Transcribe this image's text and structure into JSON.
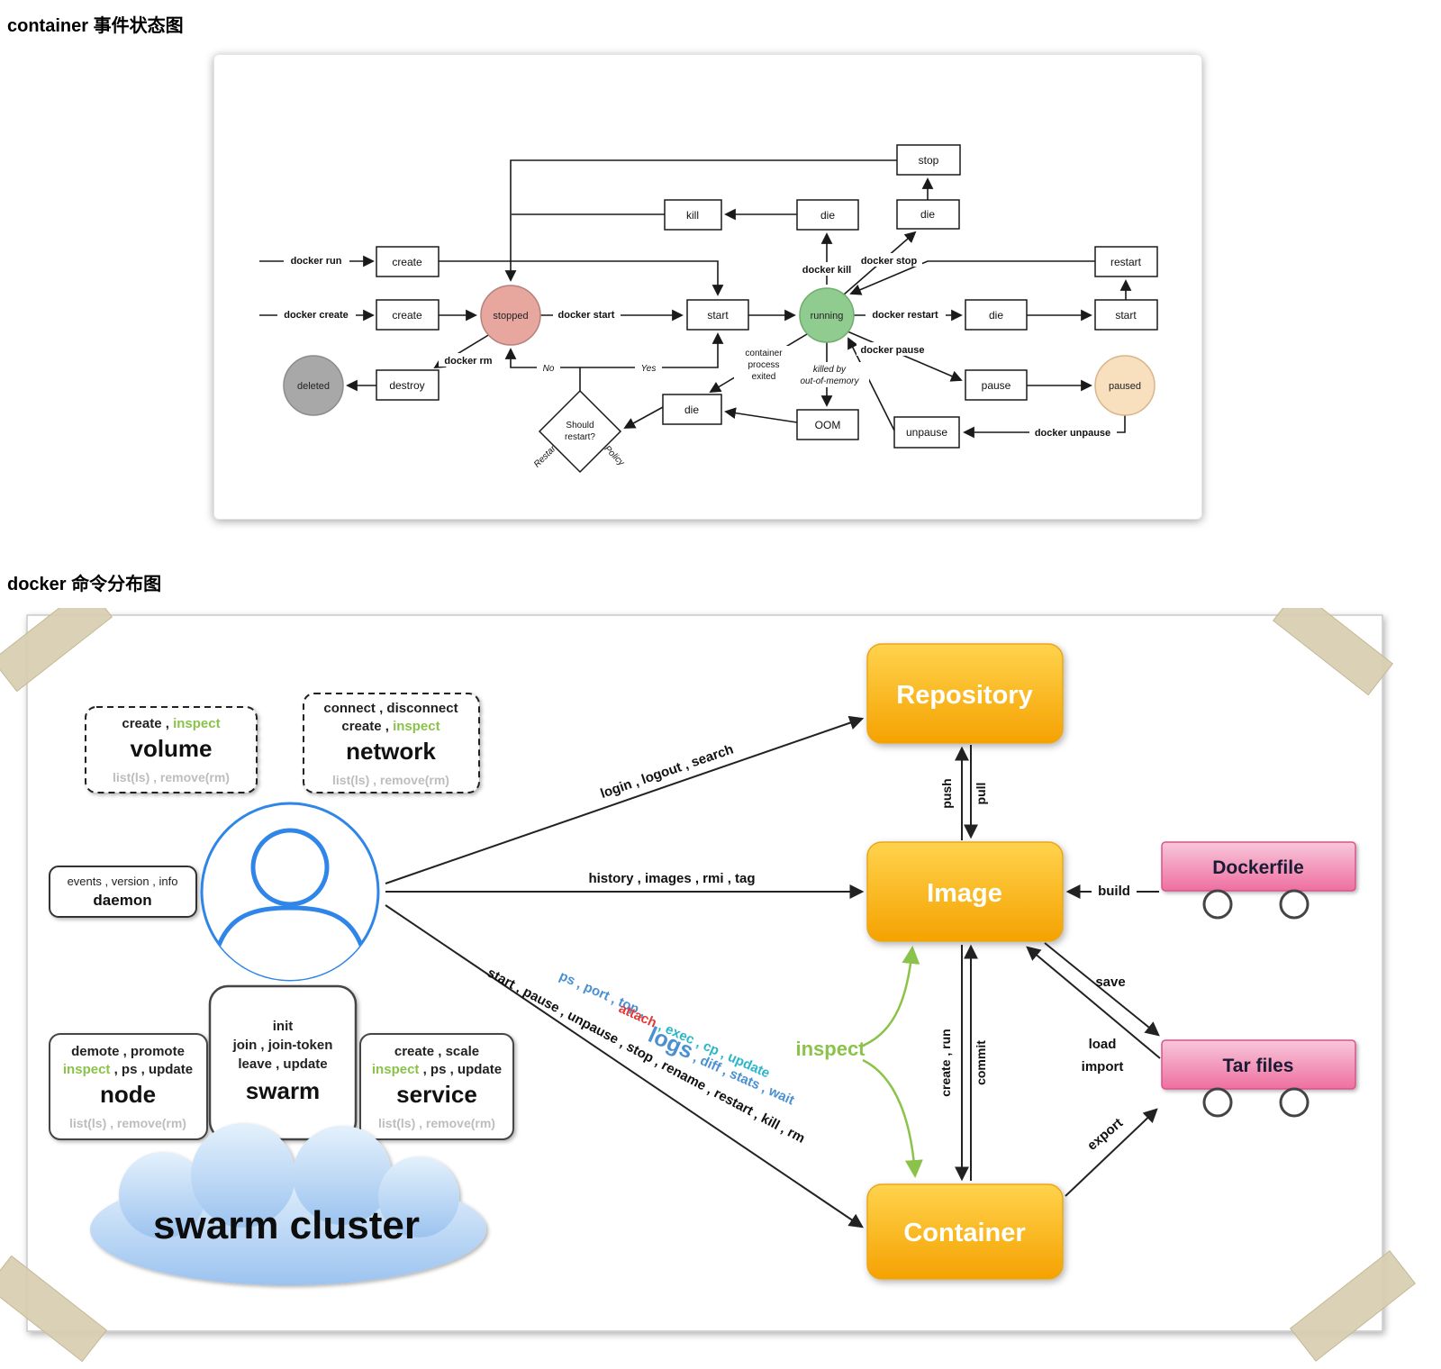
{
  "page": {
    "title_state": "container 事件状态图",
    "title_commands": "docker 命令分布图"
  },
  "colors": {
    "green": "#8bc34a",
    "blue": "#4a90d2",
    "red": "#e53935",
    "cyan": "#29b6c9",
    "gray_ops": "#bdbdbd",
    "state_stopped": "#e7a79f",
    "state_running": "#90cb90",
    "state_paused": "#f8dfbd",
    "state_deleted": "#a8a8a8"
  },
  "state_diagram": {
    "events": {
      "stop": "stop",
      "kill": "kill",
      "die": "die",
      "create": "create",
      "restart": "restart",
      "start": "start",
      "destroy": "destroy",
      "pause": "pause",
      "oom": "OOM",
      "unpause": "unpause"
    },
    "states": {
      "stopped": "stopped",
      "running": "running",
      "paused": "paused",
      "deleted": "deleted"
    },
    "decision": {
      "line1": "Should",
      "line2": "restart?"
    },
    "labels": {
      "docker_run": "docker run",
      "docker_create": "docker create",
      "docker_start": "docker start",
      "docker_kill": "docker kill",
      "docker_stop": "docker stop",
      "docker_restart": "docker restart",
      "docker_pause": "docker pause",
      "docker_unpause": "docker unpause",
      "docker_rm": "docker rm",
      "no": "No",
      "yes": "Yes",
      "restart_policy_left": "Restart",
      "restart_policy_right": "Policy",
      "exited1": "container",
      "exited2": "process",
      "exited3": "exited",
      "killed1": "killed by",
      "killed2": "out-of-memory"
    }
  },
  "commands": {
    "volume": {
      "r1a": "create , ",
      "r1b": "inspect",
      "name": "volume",
      "r3": "list(ls) , remove(rm)"
    },
    "network": {
      "r1": "connect , disconnect",
      "r2a": "create , ",
      "r2b": "inspect",
      "name": "network",
      "r4": "list(ls) , remove(rm)"
    },
    "daemon": {
      "r1": "events , version , info",
      "name": "daemon"
    },
    "node": {
      "r1": "demote , promote",
      "r2a": "inspect",
      "r2b": " , ps , update",
      "name": "node",
      "r4": "list(ls) , remove(rm)"
    },
    "swarm": {
      "r1": "init",
      "r2": "join , join-token",
      "r3": "leave , update",
      "name": "swarm"
    },
    "service": {
      "r1": "create , scale",
      "r2a": "inspect",
      "r2b": " , ps , update",
      "name": "service",
      "r4": "list(ls) , remove(rm)"
    },
    "cloud": "swarm cluster",
    "entities": {
      "repository": "Repository",
      "image": "Image",
      "container": "Container",
      "dockerfile": "Dockerfile",
      "tarfiles": "Tar files"
    },
    "arrows": {
      "login": "login , logout , search",
      "history": "history , images , rmi , tag",
      "push": "push",
      "pull": "pull",
      "create_run": "create , run",
      "commit": "commit",
      "inspect": "inspect",
      "build": "build",
      "save": "save",
      "load": "load",
      "import": "import",
      "export": "export",
      "ctr_black": "start , pause , unpause , stop , rename , restart , kill , rm",
      "ctr_blue_a": "ps , port , top ,",
      "ctr_attach": "attach",
      "ctr_teal": " , exec , cp , update",
      "ctr_logs": "logs",
      "ctr_blue_b": " , diff , stats , wait"
    }
  }
}
